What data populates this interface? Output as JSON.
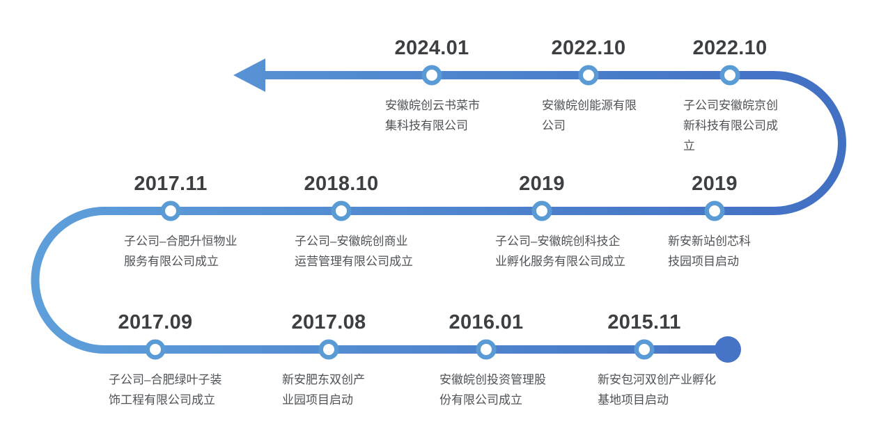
{
  "timeline": {
    "milestones": [
      {
        "year": "2024.01",
        "desc": "安徽皖创云书菜市\n集科技有限公司"
      },
      {
        "year": "2022.10",
        "desc": "安徽皖创能源有限\n公司"
      },
      {
        "year": "2022.10",
        "desc": "子公司安徽皖京创\n新科技有限公司成\n立"
      },
      {
        "year": "2017.11",
        "desc": "子公司–合肥升恒物业\n服务有限公司成立"
      },
      {
        "year": "2018.10",
        "desc": "子公司–安徽皖创商业\n运营管理有限公司成立"
      },
      {
        "year": "2019",
        "desc": "子公司–安徽皖创科技企\n业孵化服务有限公司成立"
      },
      {
        "year": "2019",
        "desc": "新安新站创芯科\n技园项目启动"
      },
      {
        "year": "2017.09",
        "desc": "子公司–合肥绿叶子装\n饰工程有限公司成立"
      },
      {
        "year": "2017.08",
        "desc": "新安肥东双创产\n业园项目启动"
      },
      {
        "year": "2016.01",
        "desc": "安徽皖创投资管理股\n份有限公司成立"
      },
      {
        "year": "2015.11",
        "desc": "新安包河双创产业孵化\n基地项目启动"
      }
    ]
  },
  "colors": {
    "grad_start": "#5FA1DB",
    "grad_end": "#4170C2",
    "node_ring": "#5B9BD5",
    "start_dot": "#4472C4",
    "year_text": "#3D4043",
    "desc_text": "#4E5256",
    "bg": "#FFFFFF"
  }
}
